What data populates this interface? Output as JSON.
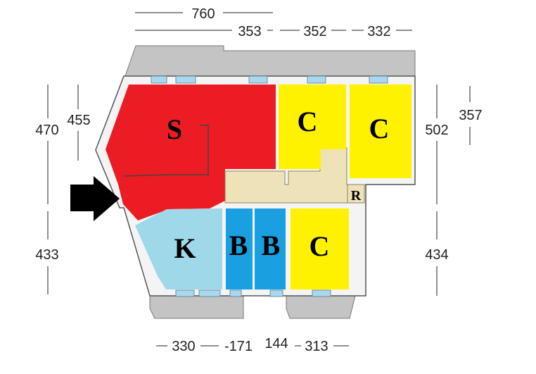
{
  "dimensions": {
    "top_total": "760",
    "top_1": "353",
    "top_2": "352",
    "top_3": "332",
    "left_outer": "470",
    "left_inner": "455",
    "left_lower": "433",
    "right_outer": "502",
    "right_inner": "357",
    "right_lower": "434",
    "bottom_1": "330",
    "bottom_2": "-171",
    "bottom_3": "144",
    "bottom_4": "313"
  },
  "rooms": {
    "s": "S",
    "c1": "C",
    "c2": "C",
    "c3": "C",
    "k": "K",
    "b1": "B",
    "b2": "B",
    "r": "R"
  },
  "colors": {
    "s": "#ec1c24",
    "c": "#fff200",
    "k": "#9fd8e8",
    "b": "#1a9fe0",
    "hall": "#eee3b8",
    "balcony": "#c4c4c4",
    "wall": "#f4f4f4"
  },
  "entrance": "arrow-entrance-icon"
}
